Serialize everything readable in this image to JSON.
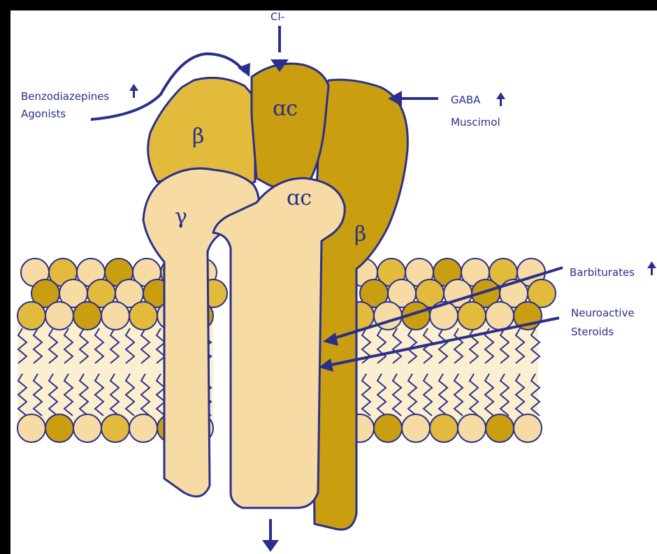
{
  "colors": {
    "ink": "#2b2f8c",
    "gold_dark": "#c99e10",
    "gold_mid": "#e2ba3c",
    "gold_light": "#f6dca4",
    "lipid_tail_fill": "#fbefcf"
  },
  "labels": {
    "chloride": "Cl-",
    "benzodiazepines": "Benzodiazepines",
    "agonists": "Agonists",
    "gaba": "GABA",
    "muscimol": "Muscimol",
    "barbiturates": "Barbiturates",
    "neuroactive": "Neuroactive",
    "steroids": "Steroids"
  },
  "subunits": {
    "beta_left": "β",
    "alpha_top": "ɑc",
    "gamma": "γ",
    "alpha_front": "ɑc",
    "beta_right": "β"
  },
  "icons": {
    "up_arrow": "up-arrow-icon",
    "down_arrow": "down-arrow-icon"
  }
}
